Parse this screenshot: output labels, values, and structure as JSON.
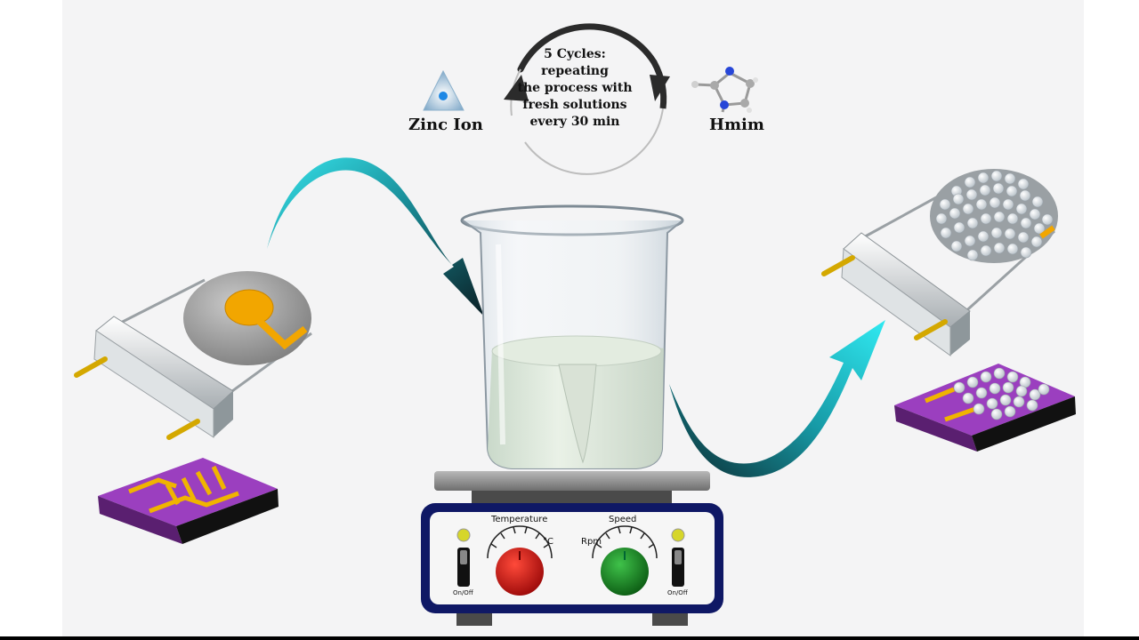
{
  "labels": {
    "zinc_ion": "Zinc Ion",
    "hmim": "Hmim"
  },
  "cycle": {
    "lines": [
      "5 Cycles:",
      "repeating",
      "the process with",
      "fresh solutions",
      "every 30 min"
    ]
  },
  "stirrer": {
    "temperature_label": "Temperature",
    "temperature_unit": "°C",
    "speed_label": "Speed",
    "speed_unit": "Rpm",
    "switch_left_label": "On/Off",
    "switch_right_label": "On/Off"
  },
  "colors": {
    "arrow_cyan": "#2fe0e8",
    "arrow_dark": "#0a2e35",
    "temperature_knob": "#d81818",
    "speed_knob": "#128a1a",
    "substrate_purple": "#9b3fbf",
    "electrode_gold": "#f2b000",
    "panel_border": "#141e6e"
  }
}
